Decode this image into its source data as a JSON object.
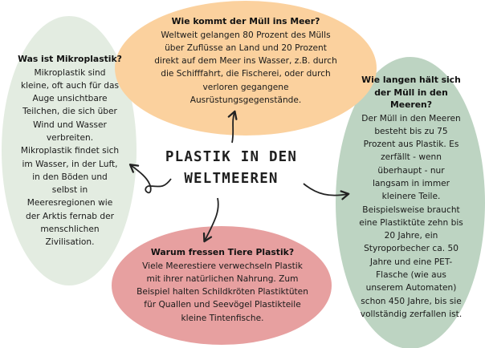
{
  "title_line1": "PLASTIK IN DEN",
  "title_line2": "WELTMEEREN",
  "colors": {
    "top_bubble": "#fbd19e",
    "left_bubble": "#e3ece1",
    "right_bubble": "#bdd4c2",
    "bottom_bubble": "#e7a0a0",
    "text": "#1a1a1a",
    "arrows": "#222222"
  },
  "bubbles": {
    "top": {
      "heading": "Wie kommt der Müll ins Meer?",
      "lines": [
        "Weltweit gelangen 80 Prozent des Mülls",
        "über Zuflüsse an Land und 20 Prozent",
        "direkt auf dem Meer ins Wasser, z.B. durch",
        "die Schifffahrt, die Fischerei, oder durch",
        "verloren gegangene",
        "Ausrüstungsgegenstände."
      ]
    },
    "left": {
      "heading": "Was ist Mikroplastik?",
      "lines": [
        "Mikroplastik sind",
        "kleine, oft auch für das",
        "Auge unsichtbare",
        "Teilchen, die sich über",
        "Wind und Wasser",
        "verbreiten.",
        "Mikroplastik findet sich",
        "im Wasser, in der Luft,",
        "in den Böden und",
        "selbst in",
        "Meeresregionen wie",
        "der Arktis fernab der",
        "menschlichen",
        "Zivilisation."
      ]
    },
    "right": {
      "heading_lines": [
        "Wie langen hält sich",
        "der Müll in den",
        "Meeren?"
      ],
      "lines": [
        "Der Müll in den Meeren",
        "besteht bis zu 75",
        "Prozent aus Plastik. Es",
        "zerfällt - wenn",
        "überhaupt - nur",
        "langsam in immer",
        "kleinere Teile.",
        "Beispielsweise braucht",
        "eine Plastiktüte zehn bis",
        "20 Jahre, ein",
        "Styroporbecher ca. 50",
        "Jahre und eine PET-",
        "Flasche (wie aus",
        "unserem Automaten)",
        "schon 450 Jahre, bis sie",
        "vollständig zerfallen ist."
      ]
    },
    "bottom": {
      "heading": "Warum fressen Tiere Plastik?",
      "lines": [
        "Viele Meerestiere verwechseln Plastik",
        "mit ihrer natürlichen Nahrung. Zum",
        "Beispiel halten Schildkröten Plastiktüten",
        "für Quallen und Seevögel Plastikteile",
        "kleine Tintenfische."
      ]
    }
  }
}
